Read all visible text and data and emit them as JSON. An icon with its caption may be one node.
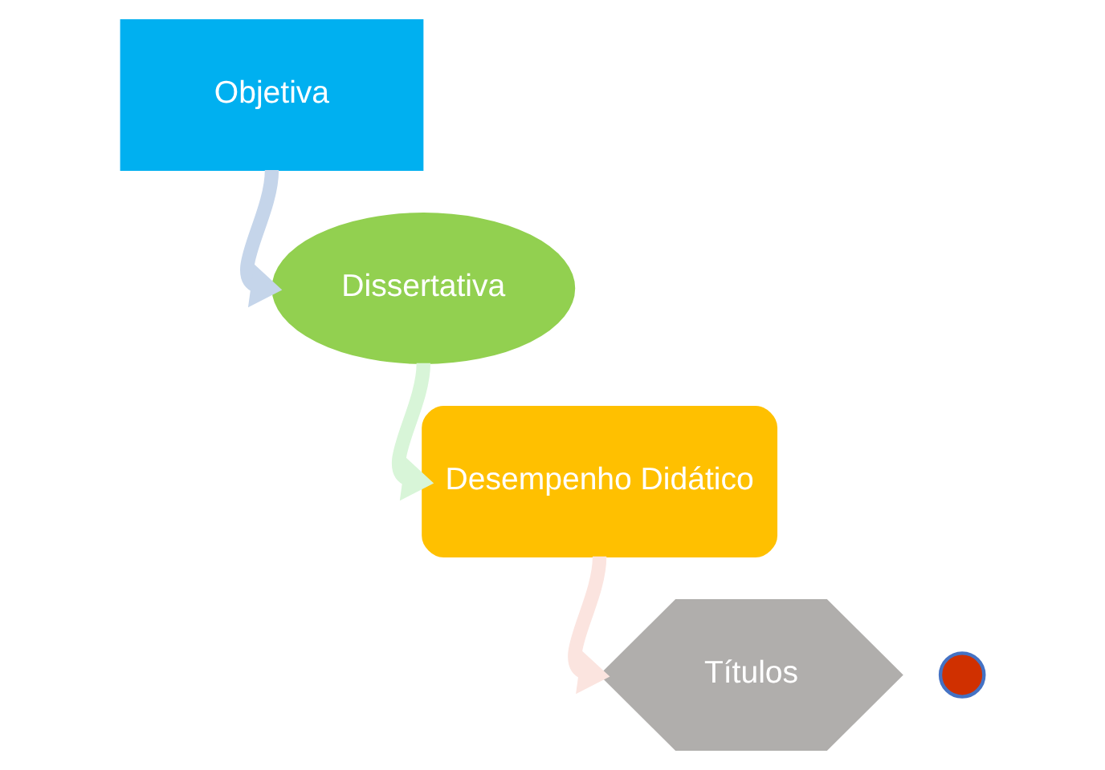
{
  "diagram": {
    "nodes": [
      {
        "text": [
          "Objetiva"
        ]
      },
      {
        "text": [
          "Dissertativa"
        ]
      },
      {
        "text": [
          "Desempenho Didático"
        ]
      },
      {
        "text": [
          "Títulos"
        ]
      },
      {
        "text": [],
        "shape": "circle"
      }
    ],
    "edges": [
      {
        "from": 0,
        "to": 1,
        "arrow": "to",
        "color": "#c5d5ea"
      },
      {
        "from": 1,
        "to": 2,
        "arrow": "to",
        "color": "#d8f5d8"
      },
      {
        "from": 2,
        "to": 3,
        "arrow": "to",
        "color": "#fbe4df"
      }
    ]
  }
}
